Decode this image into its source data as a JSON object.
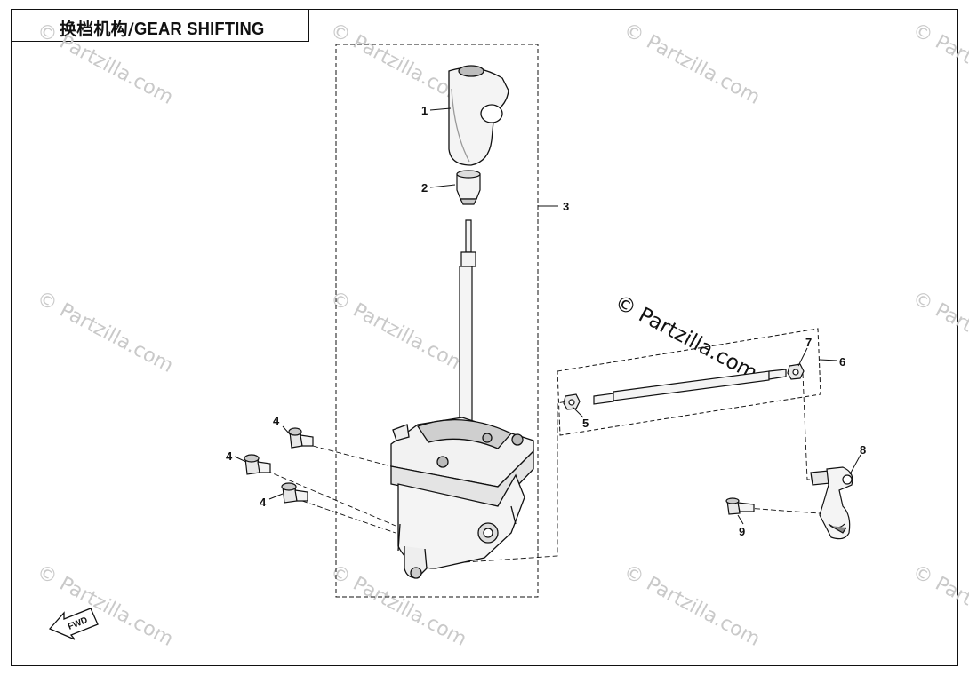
{
  "title": {
    "zh": "换档机构/",
    "en": " GEAR SHIFTING"
  },
  "watermark": {
    "text": "© Partzilla.com",
    "main_text": "© Partzilla.com"
  },
  "callouts": [
    {
      "label": "1",
      "part": "shift-knob"
    },
    {
      "label": "2",
      "part": "knob-nut"
    },
    {
      "label": "3",
      "part": "gear-shifter-assembly"
    },
    {
      "label": "4",
      "part": "flange-bolt-upper"
    },
    {
      "label": "4",
      "part": "flange-bolt-middle"
    },
    {
      "label": "4",
      "part": "flange-bolt-lower"
    },
    {
      "label": "5",
      "part": "nut-rod-left"
    },
    {
      "label": "6",
      "part": "shift-rod-assembly"
    },
    {
      "label": "7",
      "part": "nut-rod-right"
    },
    {
      "label": "8",
      "part": "shift-arm"
    },
    {
      "label": "9",
      "part": "arm-bolt"
    }
  ],
  "fwd_label": "FWD",
  "colors": {
    "line": "#111111",
    "part_fill": "#f4f4f4",
    "shade": "#cfcfcf",
    "watermark": "#c9c9c9"
  }
}
